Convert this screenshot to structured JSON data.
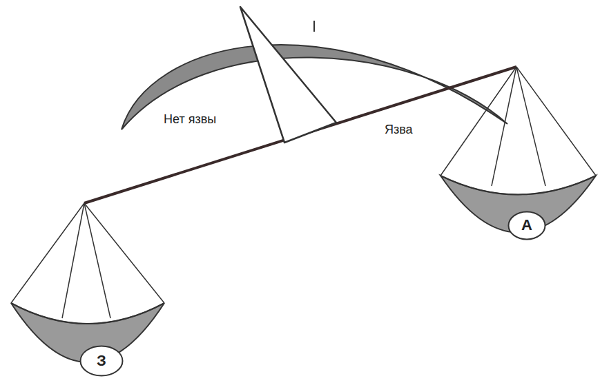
{
  "diagram": {
    "nodes": [
      {
        "text": [
          "З"
        ]
      },
      {
        "text": [
          "А"
        ]
      }
    ],
    "labels": [
      "Нет язвы",
      "Язва"
    ]
  }
}
